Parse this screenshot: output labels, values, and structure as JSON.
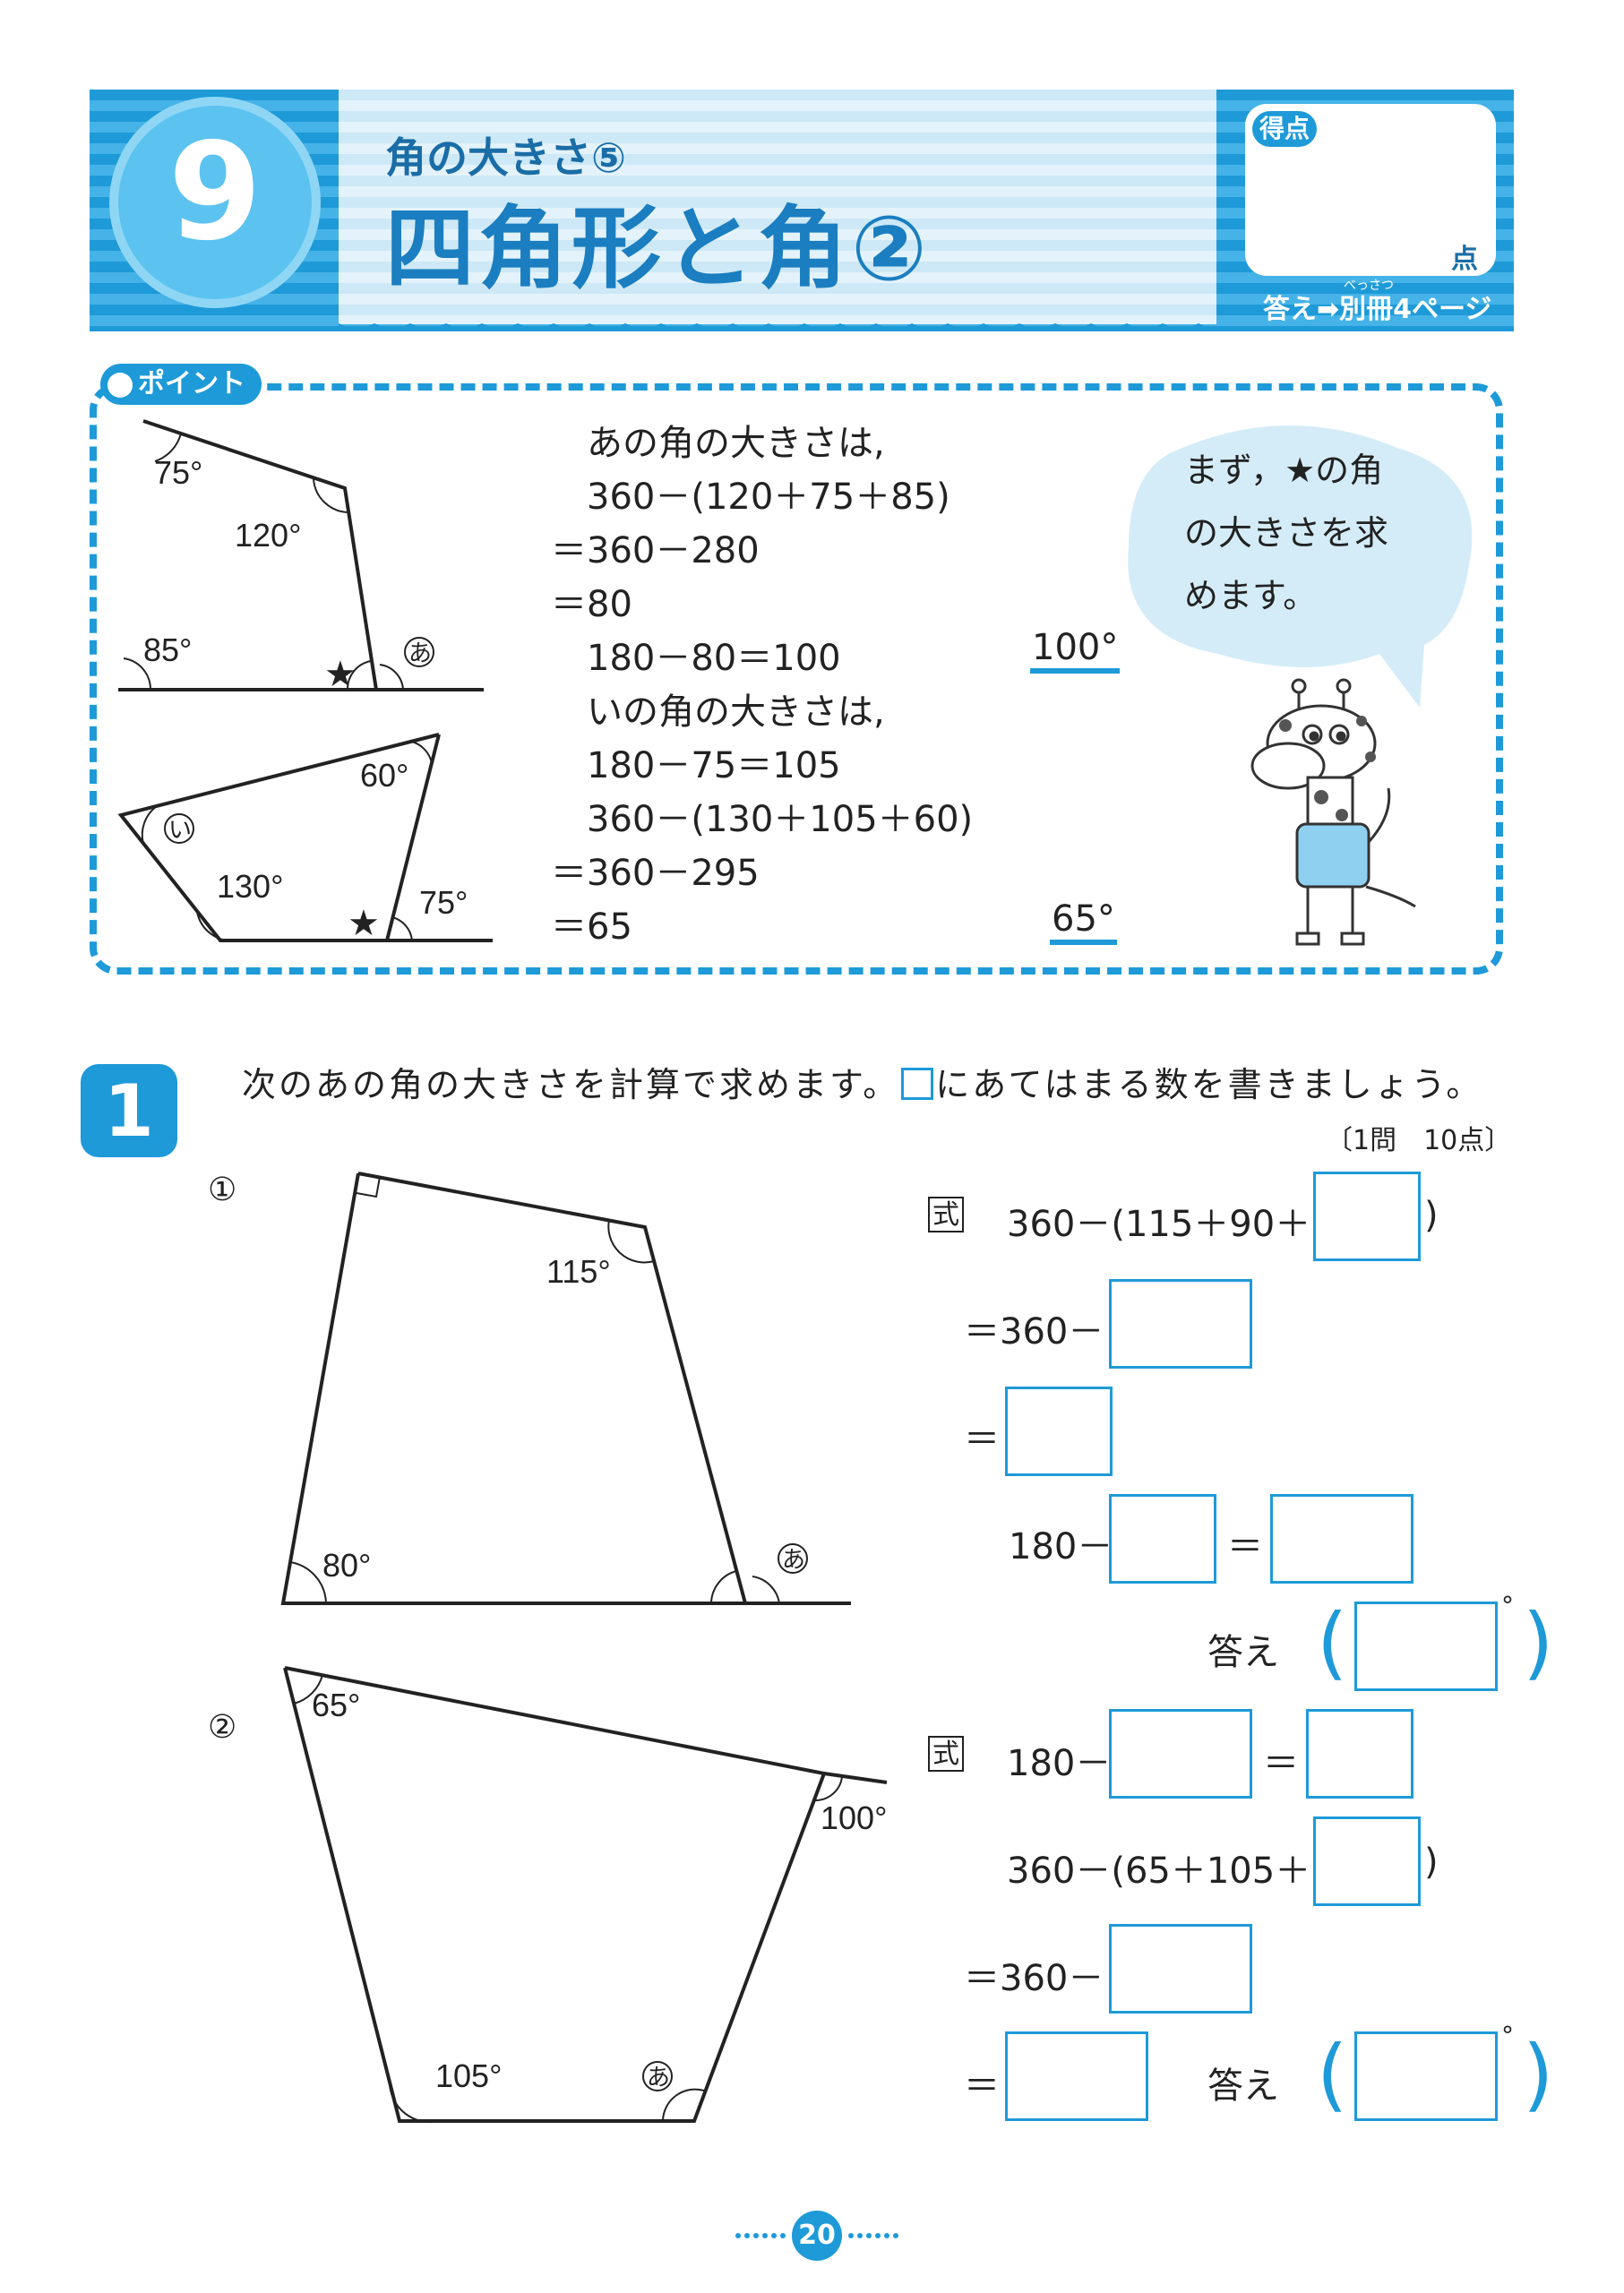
{
  "header": {
    "lesson_number": "9",
    "subtitle": "角の大きさ⑤",
    "title": "四角形と角②",
    "score_label": "得点",
    "score_unit": "点",
    "answer_ref": "答え➡別冊4ページ",
    "answer_ruby": "べっさつ"
  },
  "point": {
    "label": "ポイント",
    "fig1": {
      "a1": "75°",
      "a2": "120°",
      "a3": "85°",
      "star": "★",
      "mark": "あ"
    },
    "fig2": {
      "a1": "60°",
      "a2": "130°",
      "a3": "75°",
      "star": "★",
      "mark": "い"
    },
    "calc_lines": [
      "　あの角の大きさは,",
      "　360－(120＋75＋85)",
      "＝360－280",
      "＝80",
      "　180－80＝100",
      "　いの角の大きさは,",
      "　180－75＝105",
      "　360－(130＋105＋60)",
      "＝360－295",
      "＝65"
    ],
    "answer1": "100°",
    "answer2": "65°",
    "speech": [
      "まず，★の角",
      "の大きさを求",
      "めます。"
    ]
  },
  "question": {
    "number": "1",
    "text_before": "次のあの角の大きさを計算で求めます。",
    "text_after": "にあてはまる数を書きましょう。",
    "points": "〔1問　10点〕",
    "p1": {
      "label": "①",
      "angles": {
        "a1": "115°",
        "a2": "80°",
        "mark": "あ"
      },
      "shiki": "式",
      "line1": "360－(115＋90＋",
      "line1_close": ")",
      "line2": "＝360－",
      "line3": "＝",
      "line4": "180－",
      "line4_eq": "＝",
      "answer_label": "答え",
      "deg": "°"
    },
    "p2": {
      "label": "②",
      "angles": {
        "a1": "65°",
        "a2": "100°",
        "a3": "105°",
        "mark": "あ"
      },
      "shiki": "式",
      "line1": "180－",
      "line1_eq": "＝",
      "line2": "360－(65＋105＋",
      "line2_close": ")",
      "line3": "＝360－",
      "line4": "＝",
      "answer_label": "答え",
      "deg": "°"
    }
  },
  "footer": {
    "page": "20"
  },
  "colors": {
    "accent": "#1e9ad8",
    "light": "#cde8f6"
  }
}
